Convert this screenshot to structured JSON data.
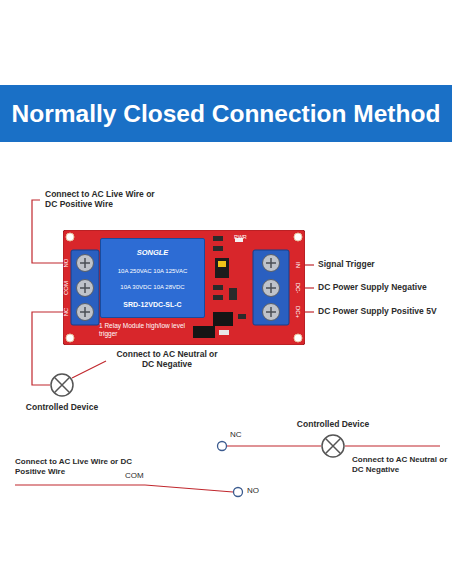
{
  "diagram": {
    "title": "Normally Closed Connection Method",
    "nodes": [
      {
        "text": [
          "1 Relay Module high/low level trigger"
        ]
      },
      {
        "text": [
          "SONGLE",
          "10A 250VAC 10A 125VAC",
          "10A 30VDC 10A 28VDC",
          "SRD-12VDC-SL-C"
        ],
        "in": 0
      },
      {
        "text": [
          "Controlled Device"
        ]
      },
      {
        "text": [
          "Controlled Device"
        ]
      }
    ],
    "edges": [
      {
        "from": 0,
        "to": 2,
        "arrow": "none"
      }
    ],
    "labels": [
      "Connect to AC Live Wire or DC Positive Wire",
      "NO",
      "COM",
      "NC",
      "IN",
      "DC-",
      "DC+",
      "PWR",
      "Signal Trigger",
      "DC Power Supply Negative",
      "DC Power Supply Positive 5V",
      "Connect to AC Neutral or DC Negative",
      "NC",
      "Connect to AC Live Wire or DC Positive Wire",
      "COM",
      "NO",
      "Connect to AC Neutral or DC Negative"
    ]
  }
}
